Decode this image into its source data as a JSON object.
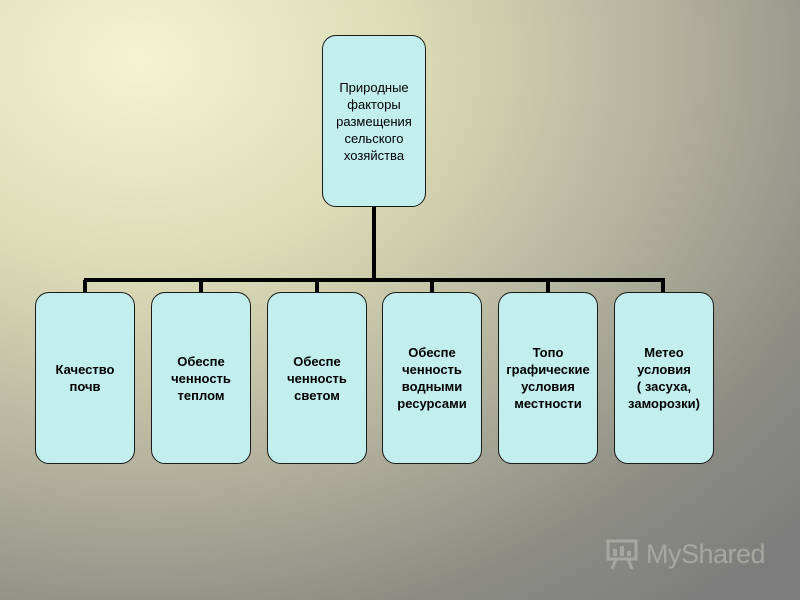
{
  "root": {
    "label": "Природные\nфакторы\nразмещения\nсельского\nхозяйства"
  },
  "children": [
    {
      "label": "Качество\nпочв"
    },
    {
      "label": "Обеспе\nченность\nтеплом"
    },
    {
      "label": "Обеспе\nченность\nсветом"
    },
    {
      "label": "Обеспе\nченность\nводными\nресурсами"
    },
    {
      "label": "Топо\nграфические\nусловия\nместности"
    },
    {
      "label": "Метео\nусловия\n( засуха,\nзаморозки)"
    }
  ],
  "watermark": {
    "text": "MyShared",
    "icon": "presentation-board-icon"
  },
  "colors": {
    "box_fill": "#c2eeee",
    "connector": "#000000"
  }
}
